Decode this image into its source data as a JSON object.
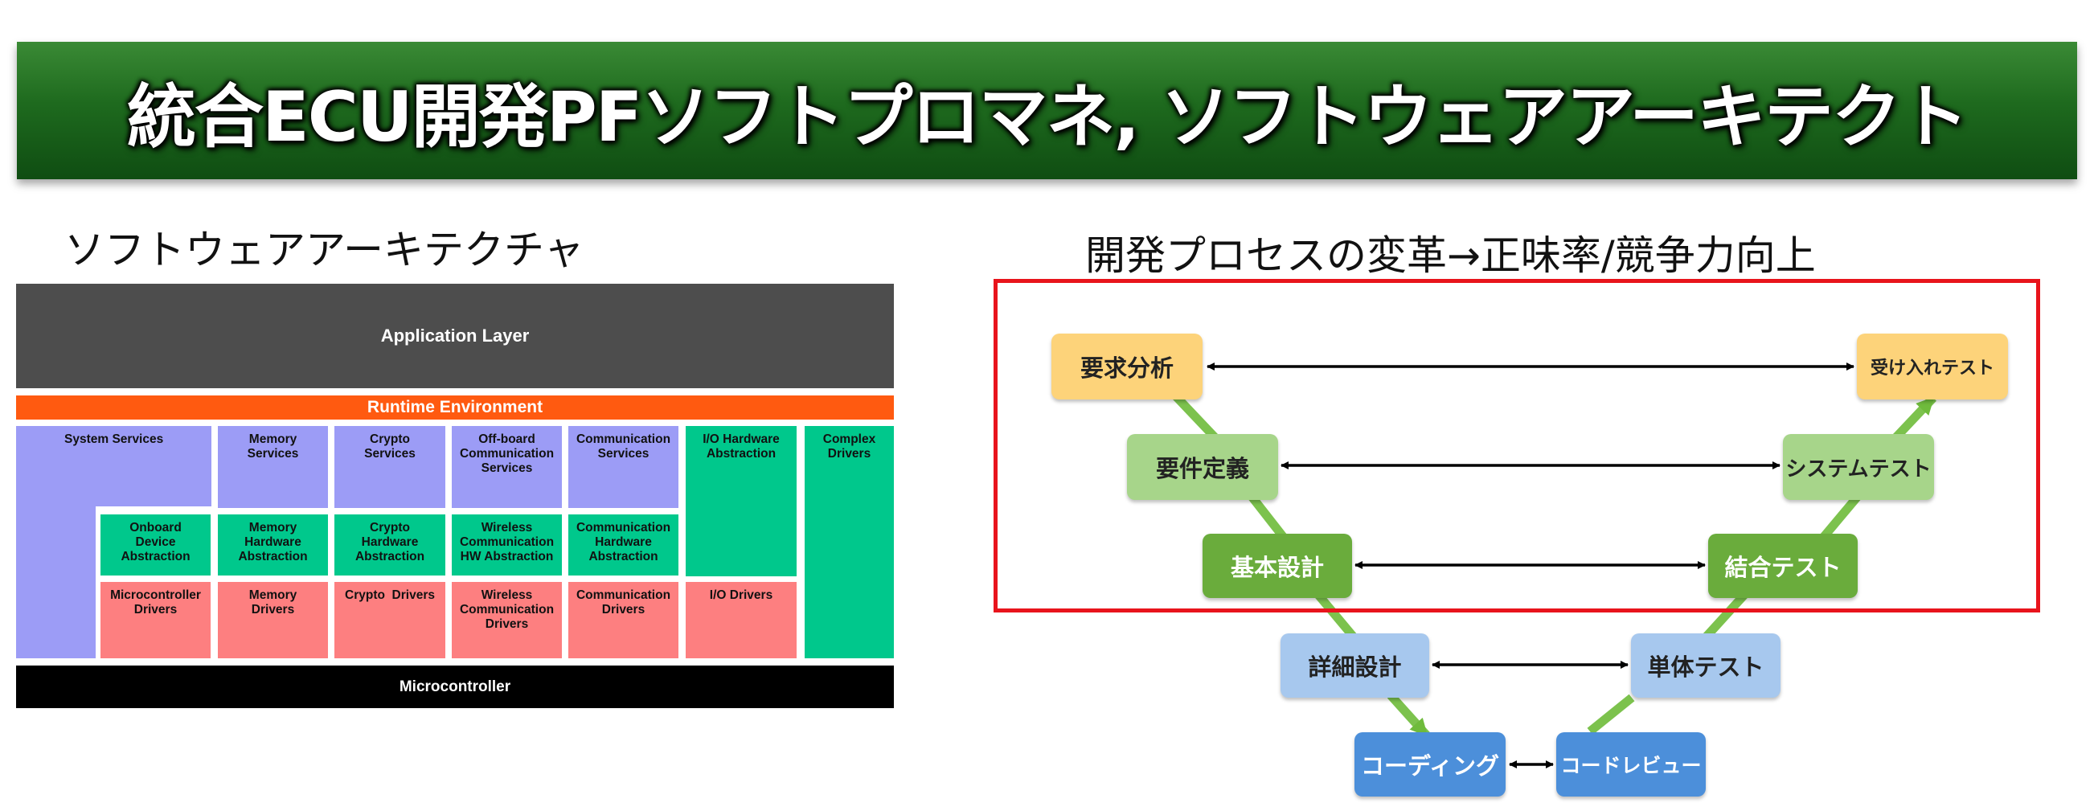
{
  "title": "統合ECU開発PFソフトプロマネ, ソフトウェアアーキテクト",
  "left_heading": "ソフトウェアアーキテクチャ",
  "right_heading": "開発プロセスの変革→正味率/競争力向上",
  "arch": {
    "application_layer": "Application Layer",
    "runtime_environment": "Runtime Environment",
    "microcontroller": "Microcontroller",
    "system_services": "System Services",
    "memory_services": "Memory\nServices",
    "crypto_services": "Crypto\nServices",
    "offboard_comm_services": "Off-board\nCommunication\nServices",
    "communication_services": "Communication\nServices",
    "io_hw_abstraction": "I/O Hardware\nAbstraction",
    "complex_drivers": "Complex\nDrivers",
    "onboard_device_abstraction": "Onboard\nDevice\nAbstraction",
    "memory_hw_abstraction": "Memory\nHardware\nAbstraction",
    "crypto_hw_abstraction": "Crypto\nHardware\nAbstraction",
    "wireless_comm_hw_abstraction": "Wireless\nCommunication\nHW Abstraction",
    "communication_hw_abstraction": "Communication\nHardware\nAbstraction",
    "microcontroller_drivers": "Microcontroller\nDrivers",
    "memory_drivers": "Memory\nDrivers",
    "crypto_drivers": "Crypto  Drivers",
    "wireless_comm_drivers": "Wireless\nCommunication\nDrivers",
    "communication_drivers": "Communication\nDrivers",
    "io_drivers": "I/O Drivers"
  },
  "vmodel": {
    "requirements_analysis": "要求分析",
    "requirements_definition": "要件定義",
    "basic_design": "基本設計",
    "detailed_design": "詳細設計",
    "coding": "コーディング",
    "code_review": "コードレビュー",
    "unit_test": "単体テスト",
    "integration_test": "結合テスト",
    "system_test": "システムテスト",
    "acceptance_test": "受け入れテスト"
  },
  "colors": {
    "banner": "#1e6a1e",
    "highlight_border": "#e8141c",
    "runtime": "#ff5a10",
    "services_blue": "#9c9cf6",
    "abstraction_green": "#00c88c",
    "drivers_red": "#fd7f80"
  }
}
